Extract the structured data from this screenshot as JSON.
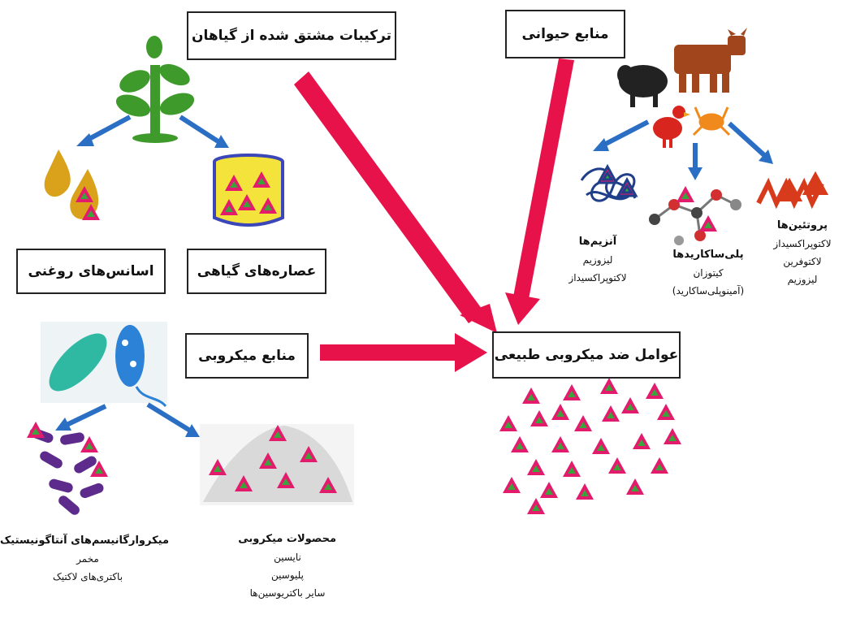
{
  "boxes": {
    "plant_compounds": "ترکیبات مشتق شده از گیاهان",
    "animal_sources": "منابع حیوانی",
    "essential_oils": "اسانس‌های روغنی",
    "plant_extracts": "عصاره‌های گیاهی",
    "microbial_sources": "منابع میکروبی",
    "natural_antimicrobials": "عوامل ضد میکروبی طبیعی"
  },
  "labels": {
    "enzymes": {
      "title": "آنزیم‌ها",
      "items": [
        "لیزوزیم",
        "لاکتوپراکسیداز"
      ]
    },
    "polysaccharides": {
      "title": "پلی‌ساکاریدها",
      "items": [
        "کیتوزان",
        "(آمینوپلی‌ساکارید)"
      ]
    },
    "proteins": {
      "title": "پروتئین‌ها",
      "items": [
        "لاکتوپراکسیداز",
        "لاکتوفرین",
        "لیزوزیم"
      ]
    },
    "antagonistic_microorganisms": {
      "title": "میکروارگانیسم‌های آنتاگونیستیک",
      "items": [
        "مخمر",
        "باکتری‌های لاکتیک"
      ]
    },
    "microbial_products": {
      "title": "محصولات میکروبی",
      "items": [
        "نایسین",
        "پلیوسین",
        "سایر باکتریوسین‌ها"
      ]
    }
  },
  "colors": {
    "big_arrow": "#e8124a",
    "small_arrow": "#2a6fc4",
    "triangle_outer": "#e31b6d",
    "triangle_inner": "#3aa33a",
    "plant": "#3f9a2c",
    "cow": "#a0451c",
    "sheep": "#222222",
    "hen": "#d8261e",
    "crab": "#f08a1c"
  },
  "icons": [
    "plant-icon",
    "oil-drops-icon",
    "beaker-icon",
    "cow-icon",
    "sheep-icon",
    "hen-icon",
    "crab-icon",
    "enzyme-icon",
    "chitosan-icon",
    "protein-helix-icon",
    "bacteria-icon",
    "rods-icon",
    "powder-icon",
    "triangles-icon"
  ]
}
